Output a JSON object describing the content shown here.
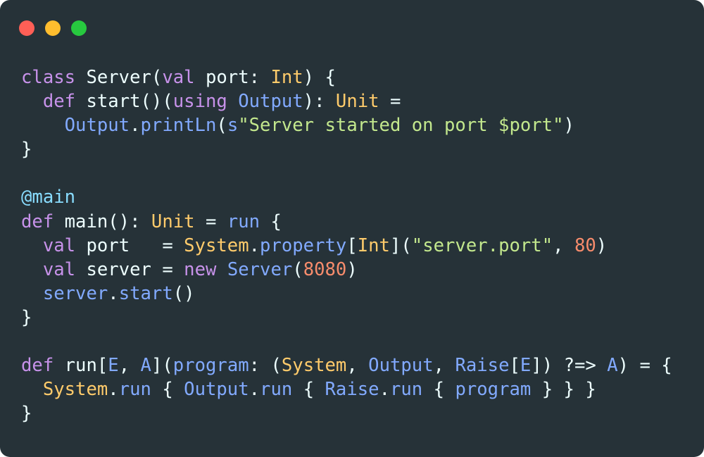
{
  "window": {
    "background": "#263238",
    "controls": [
      {
        "name": "close",
        "color": "#ff5f56"
      },
      {
        "name": "minimize",
        "color": "#ffbd2e"
      },
      {
        "name": "zoom",
        "color": "#27c93f"
      }
    ]
  },
  "colors": {
    "keyword": "#c792ea",
    "type": "#ffcb6b",
    "function": "#82aaff",
    "string": "#c3e88d",
    "number": "#f78c6c",
    "annotation": "#89ddff",
    "plain": "#eeffff"
  },
  "code": {
    "lines": [
      [
        {
          "t": "class",
          "k": "kw"
        },
        {
          "t": " Server(",
          "k": "plain"
        },
        {
          "t": "val",
          "k": "kw"
        },
        {
          "t": " port: ",
          "k": "plain"
        },
        {
          "t": "Int",
          "k": "type"
        },
        {
          "t": ") {",
          "k": "plain"
        }
      ],
      [
        {
          "t": "  ",
          "k": "plain"
        },
        {
          "t": "def",
          "k": "kw"
        },
        {
          "t": " start()(",
          "k": "plain"
        },
        {
          "t": "using",
          "k": "kw"
        },
        {
          "t": " ",
          "k": "plain"
        },
        {
          "t": "Output",
          "k": "fn"
        },
        {
          "t": "): ",
          "k": "plain"
        },
        {
          "t": "Unit",
          "k": "type"
        },
        {
          "t": " =",
          "k": "plain"
        }
      ],
      [
        {
          "t": "    ",
          "k": "plain"
        },
        {
          "t": "Output",
          "k": "fn"
        },
        {
          "t": ".",
          "k": "plain"
        },
        {
          "t": "printLn",
          "k": "fn"
        },
        {
          "t": "(",
          "k": "plain"
        },
        {
          "t": "s",
          "k": "fn"
        },
        {
          "t": "\"Server started on port $port\"",
          "k": "str"
        },
        {
          "t": ")",
          "k": "plain"
        }
      ],
      [
        {
          "t": "}",
          "k": "plain"
        }
      ],
      [],
      [
        {
          "t": "@main",
          "k": "ann"
        }
      ],
      [
        {
          "t": "def",
          "k": "kw"
        },
        {
          "t": " main(): ",
          "k": "plain"
        },
        {
          "t": "Unit",
          "k": "type"
        },
        {
          "t": " = ",
          "k": "plain"
        },
        {
          "t": "run",
          "k": "fn"
        },
        {
          "t": " {",
          "k": "plain"
        }
      ],
      [
        {
          "t": "  ",
          "k": "plain"
        },
        {
          "t": "val",
          "k": "kw"
        },
        {
          "t": " port   = ",
          "k": "plain"
        },
        {
          "t": "System",
          "k": "type"
        },
        {
          "t": ".",
          "k": "plain"
        },
        {
          "t": "property",
          "k": "fn"
        },
        {
          "t": "[",
          "k": "plain"
        },
        {
          "t": "Int",
          "k": "type"
        },
        {
          "t": "](",
          "k": "plain"
        },
        {
          "t": "\"server.port\"",
          "k": "str"
        },
        {
          "t": ", ",
          "k": "plain"
        },
        {
          "t": "80",
          "k": "num"
        },
        {
          "t": ")",
          "k": "plain"
        }
      ],
      [
        {
          "t": "  ",
          "k": "plain"
        },
        {
          "t": "val",
          "k": "kw"
        },
        {
          "t": " server = ",
          "k": "plain"
        },
        {
          "t": "new",
          "k": "kw"
        },
        {
          "t": " ",
          "k": "plain"
        },
        {
          "t": "Server",
          "k": "fn"
        },
        {
          "t": "(",
          "k": "plain"
        },
        {
          "t": "8080",
          "k": "num"
        },
        {
          "t": ")",
          "k": "plain"
        }
      ],
      [
        {
          "t": "  ",
          "k": "plain"
        },
        {
          "t": "server",
          "k": "fn"
        },
        {
          "t": ".",
          "k": "plain"
        },
        {
          "t": "start",
          "k": "fn"
        },
        {
          "t": "()",
          "k": "plain"
        }
      ],
      [
        {
          "t": "}",
          "k": "plain"
        }
      ],
      [],
      [
        {
          "t": "def",
          "k": "kw"
        },
        {
          "t": " run[",
          "k": "plain"
        },
        {
          "t": "E",
          "k": "fn"
        },
        {
          "t": ", ",
          "k": "plain"
        },
        {
          "t": "A",
          "k": "fn"
        },
        {
          "t": "](",
          "k": "plain"
        },
        {
          "t": "program",
          "k": "fn"
        },
        {
          "t": ": (",
          "k": "plain"
        },
        {
          "t": "System",
          "k": "type"
        },
        {
          "t": ", ",
          "k": "plain"
        },
        {
          "t": "Output",
          "k": "fn"
        },
        {
          "t": ", ",
          "k": "plain"
        },
        {
          "t": "Raise",
          "k": "fn"
        },
        {
          "t": "[",
          "k": "plain"
        },
        {
          "t": "E",
          "k": "fn"
        },
        {
          "t": "]) ?=> ",
          "k": "plain"
        },
        {
          "t": "A",
          "k": "fn"
        },
        {
          "t": ") = {",
          "k": "plain"
        }
      ],
      [
        {
          "t": "  ",
          "k": "plain"
        },
        {
          "t": "System",
          "k": "type"
        },
        {
          "t": ".",
          "k": "plain"
        },
        {
          "t": "run",
          "k": "fn"
        },
        {
          "t": " { ",
          "k": "plain"
        },
        {
          "t": "Output",
          "k": "fn"
        },
        {
          "t": ".",
          "k": "plain"
        },
        {
          "t": "run",
          "k": "fn"
        },
        {
          "t": " { ",
          "k": "plain"
        },
        {
          "t": "Raise",
          "k": "fn"
        },
        {
          "t": ".",
          "k": "plain"
        },
        {
          "t": "run",
          "k": "fn"
        },
        {
          "t": " { ",
          "k": "plain"
        },
        {
          "t": "program",
          "k": "fn"
        },
        {
          "t": " } } }",
          "k": "plain"
        }
      ],
      [
        {
          "t": "}",
          "k": "plain"
        }
      ]
    ]
  }
}
